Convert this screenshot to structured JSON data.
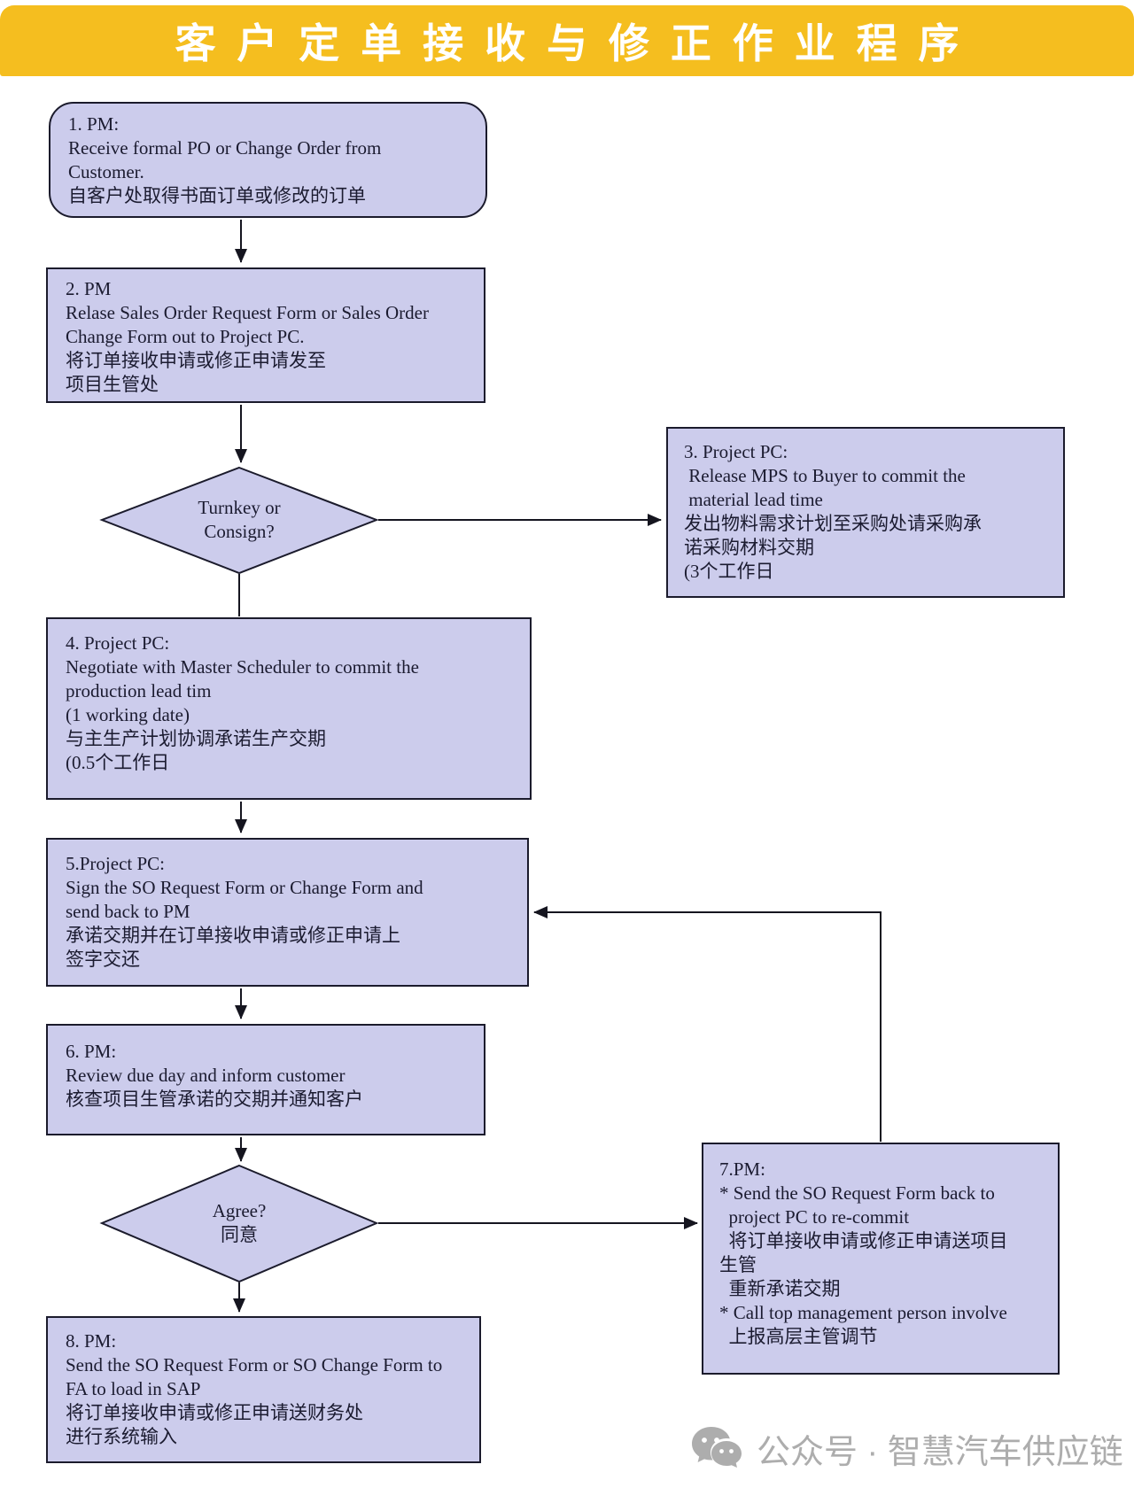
{
  "title": "客户定单接收与修正作业程序",
  "colors": {
    "header_bg": "#F5BE1F",
    "header_text": "#FFFFFF",
    "node_fill": "#CCCCEC",
    "node_border": "#1B1B2C",
    "text": "#1B1B30",
    "watermark": "#ADADAD"
  },
  "boxes": {
    "b1": {
      "lines": [
        "1. PM:",
        "Receive formal PO or Change Order from",
        "Customer.",
        "自客户处取得书面订单或修改的订单"
      ]
    },
    "b2": {
      "lines": [
        "2. PM",
        "Relase Sales Order Request Form or Sales Order",
        "Change Form out to Project PC.",
        "将订单接收申请或修正申请发至",
        "项目生管处"
      ]
    },
    "b3": {
      "lines": [
        "3. Project PC:",
        " Release MPS to Buyer to commit the",
        " material lead time",
        "发出物料需求计划至采购处请采购承",
        "诺采购材料交期",
        "(3个工作日"
      ]
    },
    "b4": {
      "lines": [
        "4. Project PC:",
        "Negotiate with Master Scheduler to commit the",
        "production lead tim",
        "(1 working date)",
        "与主生产计划协调承诺生产交期",
        "(0.5个工作日"
      ]
    },
    "b5": {
      "lines": [
        "5.Project PC:",
        "Sign the SO Request Form or Change Form and",
        "send back to PM",
        "承诺交期并在订单接收申请或修正申请上",
        "签字交还"
      ]
    },
    "b6": {
      "lines": [
        "6. PM:",
        "Review due day and inform customer",
        "核查项目生管承诺的交期并通知客户"
      ]
    },
    "b7": {
      "lines": [
        "7.PM:",
        "* Send the SO Request Form back to",
        "  project PC to re-commit",
        "  将订单接收申请或修正申请送项目",
        "生管",
        "  重新承诺交期",
        "* Call top management person involve",
        "  上报高层主管调节"
      ]
    },
    "b8": {
      "lines": [
        "8. PM:",
        "Send the SO Request Form or SO Change Form to",
        "FA to load in SAP",
        "将订单接收申请或修正申请送财务处",
        "进行系统输入"
      ]
    }
  },
  "decisions": {
    "d1": {
      "lines": [
        "Turnkey or",
        "Consign?"
      ]
    },
    "d2": {
      "lines": [
        "Agree?",
        "同意"
      ]
    }
  },
  "watermark": {
    "label": "公众号 · 智慧汽车供应链"
  }
}
